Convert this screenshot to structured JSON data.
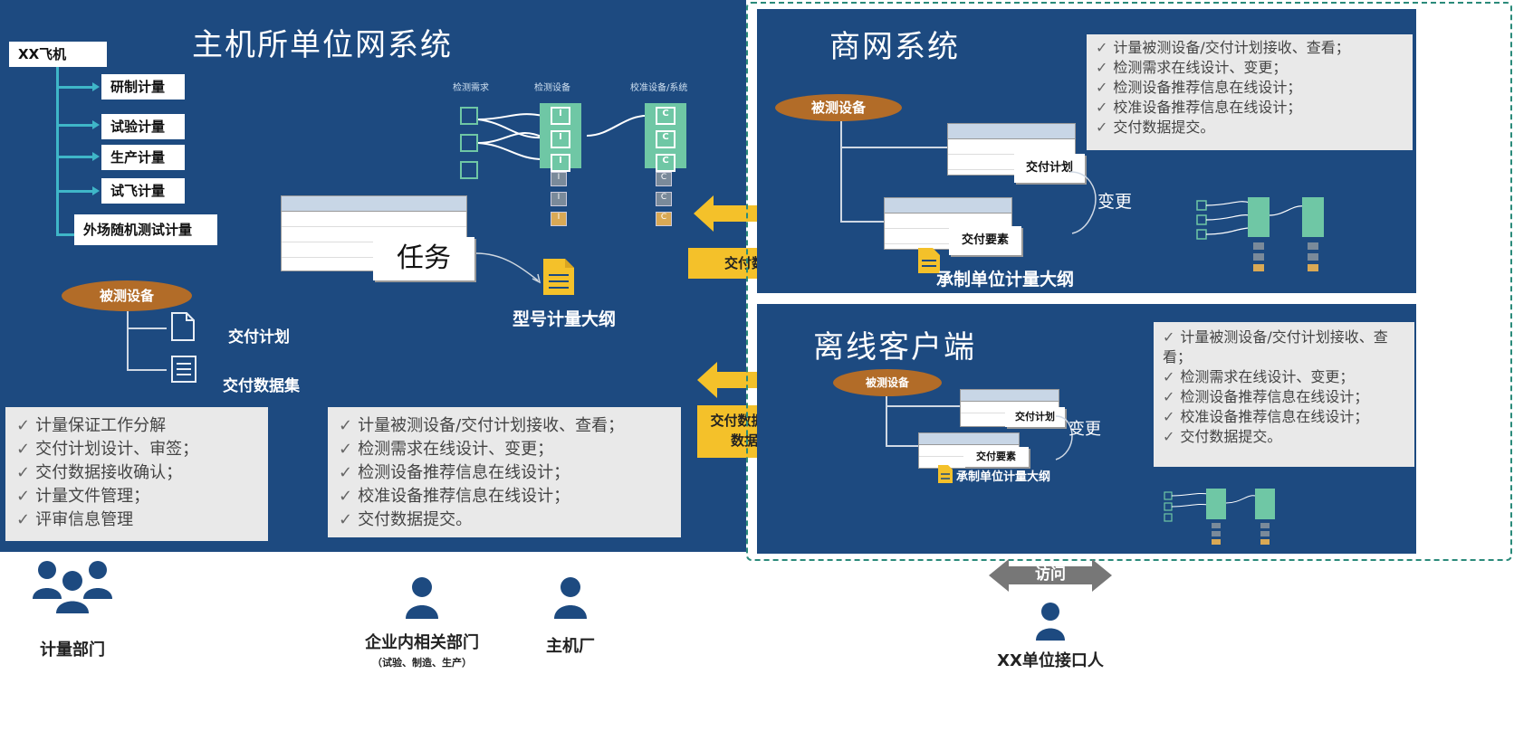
{
  "left": {
    "title": "主机所单位网系统",
    "tree": {
      "root": "XX飞机",
      "items": [
        "研制计量",
        "试验计量",
        "生产计量",
        "试飞计量",
        "外场随机测试计量"
      ]
    },
    "pill": "被测设备",
    "doc_items": [
      "交付计划",
      "交付数据集"
    ],
    "task_card": "任务",
    "outline_label": "型号计量大纲",
    "left_checklist": [
      "计量保证工作分解",
      "交付计划设计、审签；",
      "交付数据接收确认；",
      "计量文件管理；",
      "评审信息管理"
    ],
    "mid_checklist": [
      "计量被测设备/交付计划接收、查看；",
      "检测需求在线设计、变更；",
      "检测设备推荐信息在线设计；",
      "校准设备推荐信息在线设计；",
      "交付数据提交。"
    ],
    "graph_headers": [
      "检测需求",
      "检测设备",
      "校准设备/系统"
    ],
    "node_letters": {
      "a": "I",
      "b": "C"
    }
  },
  "middle": {
    "arrow_label_1": "交付数据",
    "arrow_label_2": "交付数据（离线数据包）"
  },
  "right_top": {
    "title": "商网系统",
    "pill": "被测设备",
    "card_1": "交付计划",
    "card_2": "交付要素",
    "change": "变更",
    "outline_label": "承制单位计量大纲",
    "checklist": [
      "计量被测设备/交付计划接收、查看；",
      "检测需求在线设计、变更；",
      "检测设备推荐信息在线设计；",
      "校准设备推荐信息在线设计；",
      "交付数据提交。"
    ]
  },
  "right_bottom": {
    "title": "离线客户端",
    "pill": "被测设备",
    "card_1": "交付计划",
    "card_2": "交付要素",
    "change": "变更",
    "outline_label": "承制单位计量大纲",
    "checklist": [
      "计量被测设备/交付计划接收、查看；",
      "检测需求在线设计、变更；",
      "检测设备推荐信息在线设计；",
      "校准设备推荐信息在线设计；",
      "交付数据提交。"
    ]
  },
  "people": {
    "metrology": "计量部门",
    "enterprise": "企业内相关部门",
    "enterprise_sub": "（试验、制造、生产）",
    "main_factory": "主机厂",
    "access": "访问",
    "contact": "XX单位接口人"
  },
  "colors": {
    "panel": "#1d4a80",
    "accent": "#f4c12a",
    "pill": "#b26c28",
    "tree_line": "#3fb6c8",
    "node": "#6fc7a5"
  }
}
